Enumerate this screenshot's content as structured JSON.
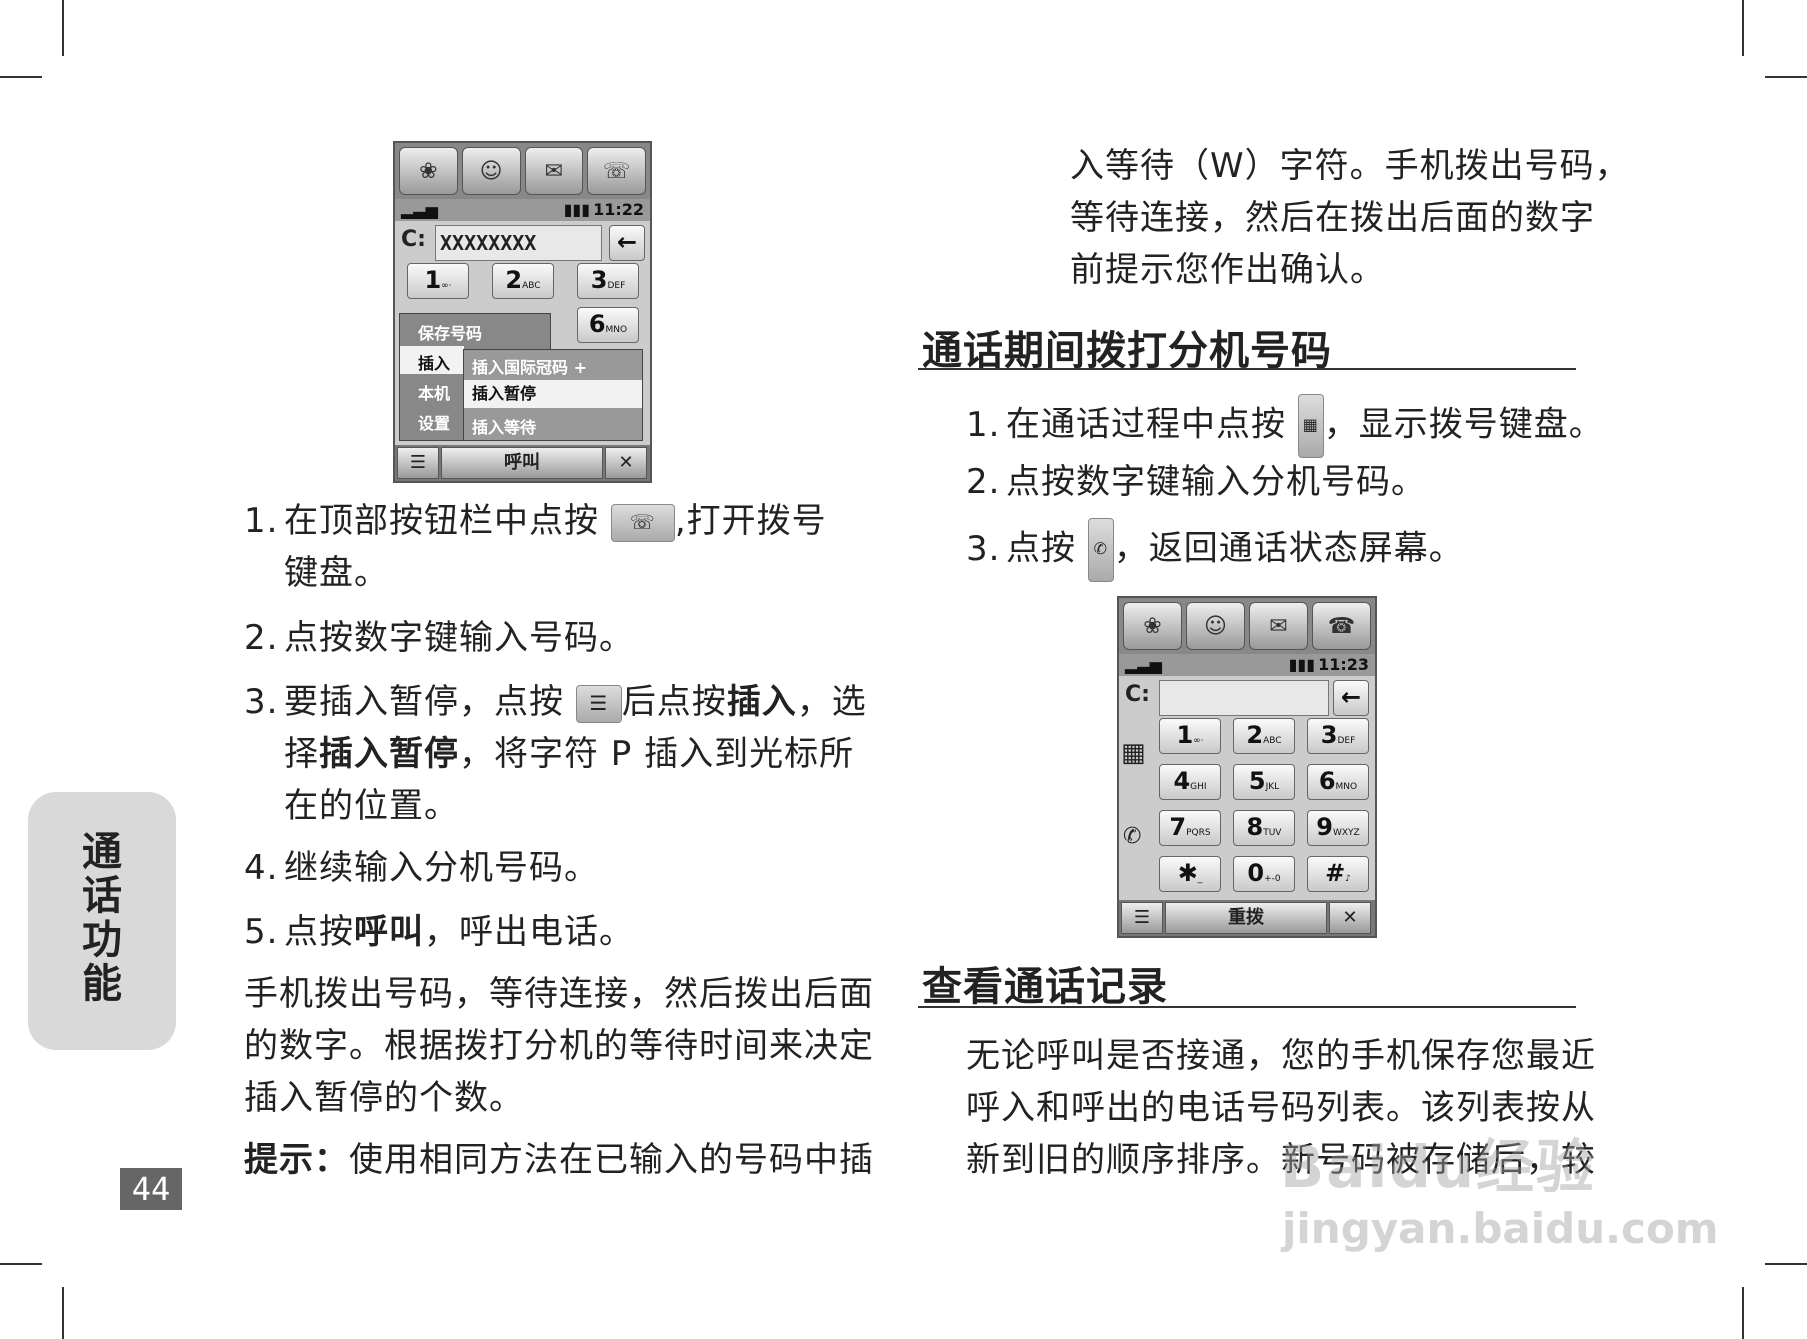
{
  "page_number": "44",
  "side_tab": [
    "通",
    "话",
    "功",
    "能"
  ],
  "phone1": {
    "status_time": "11:22",
    "number": "XXXXXXXX",
    "keys": [
      {
        "digit": "1",
        "sub": "∞·"
      },
      {
        "digit": "2",
        "sub": "ABC"
      },
      {
        "digit": "3",
        "sub": "DEF"
      },
      {
        "digit": "6",
        "sub": "MNO"
      }
    ],
    "menu": [
      "保存号码",
      "插入",
      "本机",
      "设置"
    ],
    "submenu": [
      "插入国际冠码 +",
      "插入暂停",
      "插入等待"
    ],
    "bottom_label": "呼叫"
  },
  "phone2": {
    "status_time": "11:23",
    "keys": [
      {
        "digit": "1",
        "sub": "∞·"
      },
      {
        "digit": "2",
        "sub": "ABC"
      },
      {
        "digit": "3",
        "sub": "DEF"
      },
      {
        "digit": "4",
        "sub": "GHI"
      },
      {
        "digit": "5",
        "sub": "JKL"
      },
      {
        "digit": "6",
        "sub": "MNO"
      },
      {
        "digit": "7",
        "sub": "PQRS"
      },
      {
        "digit": "8",
        "sub": "TUV"
      },
      {
        "digit": "9",
        "sub": "WXYZ"
      },
      {
        "digit": "✱",
        "sub": "_"
      },
      {
        "digit": "0",
        "sub": "+-0"
      },
      {
        "digit": "#",
        "sub": "♪"
      }
    ],
    "bottom_label": "重拨"
  },
  "left": {
    "steps": [
      {
        "num": "1.",
        "a": "在顶部按钮栏中点按",
        "b": ",打开拨号",
        "c": "键盘。"
      },
      {
        "num": "2.",
        "text": "点按数字键输入号码。"
      },
      {
        "num": "3.",
        "a": "要插入暂停，点按",
        "b": "后点按",
        "bold1": "插入",
        "c": "，选",
        "d": "择",
        "bold2": "插入暂停",
        "e": "，将字符 P 插入到光标所",
        "f": "在的位置。"
      },
      {
        "num": "4.",
        "text": "继续输入分机号码。"
      },
      {
        "num": "5.",
        "a": "点按",
        "bold": "呼叫",
        "b": "，呼出电话。"
      }
    ],
    "para": [
      "手机拨出号码，等待连接，然后拨出后面",
      "的数字。根据拨打分机的等待时间来决定",
      "插入暂停的个数。"
    ],
    "tip_label": "提示：",
    "tip_text": "使用相同方法在已输入的号码中插"
  },
  "right": {
    "cont": [
      "入等待（W）字符。手机拨出号码，",
      "等待连接，然后在拨出后面的数字",
      "前提示您作出确认。"
    ],
    "section1_title": "通话期间拨打分机号码",
    "steps": [
      {
        "num": "1.",
        "a": "在通话过程中点按",
        "b": "，显示拨号键盘。"
      },
      {
        "num": "2.",
        "text": "点按数字键输入分机号码。"
      },
      {
        "num": "3.",
        "a": "点按",
        "b": "，返回通话状态屏幕。"
      }
    ],
    "section2_title": "查看通话记录",
    "para": [
      "无论呼叫是否接通，您的手机保存您最近",
      "呼入和呼出的电话号码列表。该列表按从",
      "新到旧的顺序排序。新号码被存储后，较"
    ]
  },
  "watermark": {
    "main": "Baidu经验",
    "url": "jingyan.baidu.com"
  }
}
